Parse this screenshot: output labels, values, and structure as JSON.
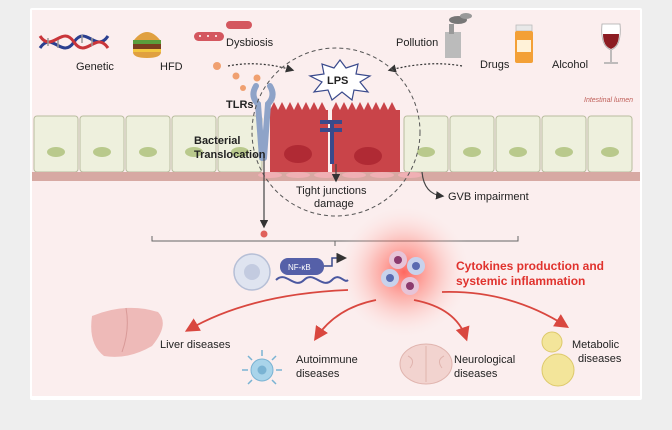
{
  "risk_factors": {
    "genetic": "Genetic",
    "hfd": "HFD",
    "dysbiosis": "Dysbiosis",
    "pollution": "Pollution",
    "drugs": "Drugs",
    "alcohol": "Alcohol"
  },
  "gut": {
    "lps": "LPS",
    "tlrs": "TLRs",
    "bacterial_translocation_line1": "Bacterial",
    "bacterial_translocation_line2": "Translocation",
    "intestinal_lumen": "Intestinal lumen",
    "tight_junctions_line1": "Tight junctions",
    "tight_junctions_line2": "damage",
    "gvb": "GVB impairment"
  },
  "signaling": {
    "nfkb": "NF-κB",
    "cytokines_line1": "Cytokines production and",
    "cytokines_line2": "systemic inflammation"
  },
  "outcomes": {
    "liver": "Liver diseases",
    "autoimmune_line1": "Autoimmune",
    "autoimmune_line2": "diseases",
    "neuro_line1": "Neurological",
    "neuro_line2": "diseases",
    "metabolic_line1": "Metabolic",
    "metabolic_line2": "diseases"
  },
  "colors": {
    "background_pink": "#fbeeee",
    "villi_green": "#eef0dd",
    "cell_red": "#c94449",
    "nucleus_red": "#b02a34",
    "inflammation_red": "#e0322d",
    "arrow_red": "#d9473f",
    "lps_blue": "#3a4a8c",
    "receptor_blue": "#8ea3c8"
  }
}
